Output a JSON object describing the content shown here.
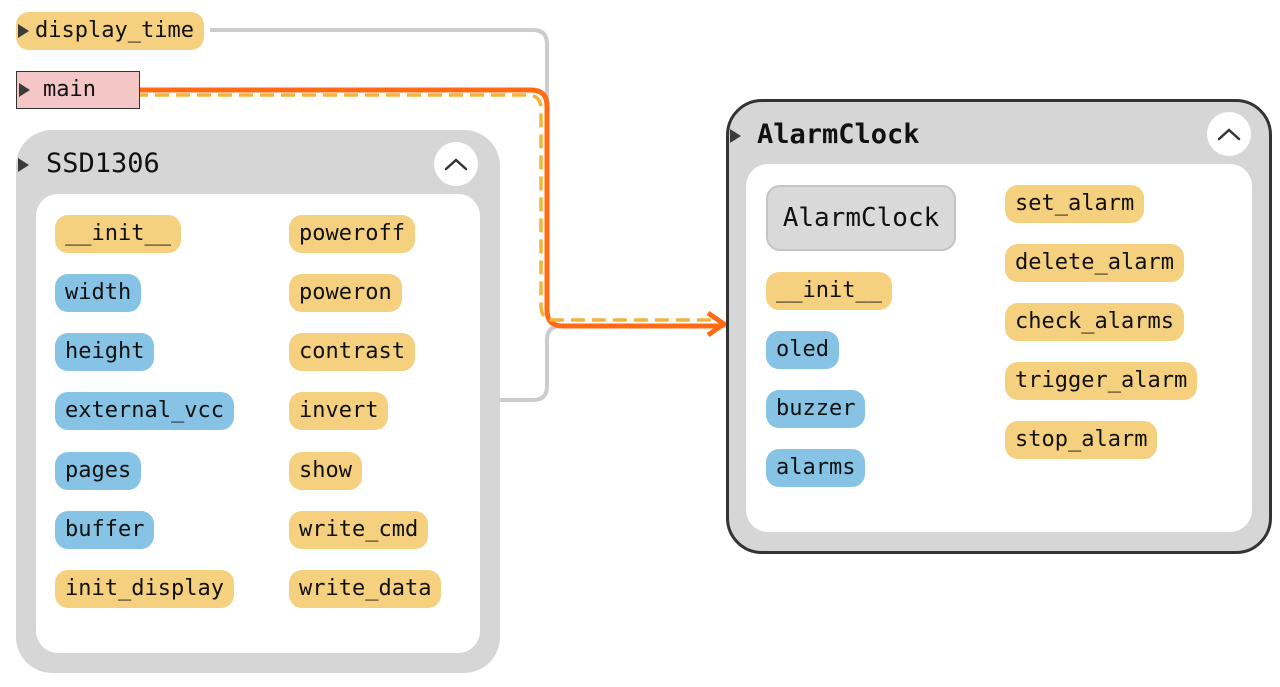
{
  "nodes": {
    "display_time": "display_time",
    "main": "main"
  },
  "groups": {
    "ssd1306": {
      "title": "SSD1306",
      "left_items": [
        "__init__",
        "width",
        "height",
        "external_vcc",
        "pages",
        "buffer",
        "init_display"
      ],
      "right_items": [
        "poweroff",
        "poweron",
        "contrast",
        "invert",
        "show",
        "write_cmd",
        "write_data"
      ]
    },
    "alarmclock": {
      "title": "AlarmClock",
      "class_label": "AlarmClock",
      "left_items": [
        "__init__",
        "oled",
        "buzzer",
        "alarms"
      ],
      "right_items": [
        "set_alarm",
        "delete_alarm",
        "check_alarms",
        "trigger_alarm",
        "stop_alarm"
      ]
    }
  },
  "item_kinds": {
    "function": "#f5d07e",
    "attribute": "#86c3e4"
  },
  "edges": {
    "plain_color": "#cccccc",
    "highlight_color": "#ff6a13",
    "highlight_dash_color": "#f3b33d"
  },
  "icons": {
    "expand": "triangle-right-icon",
    "collapse": "chevron-up-icon"
  }
}
